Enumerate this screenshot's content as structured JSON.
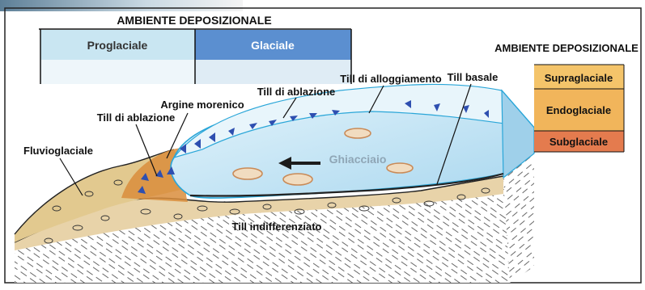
{
  "diagram": {
    "header_title": "AMBIENTE DEPOSIZIONALE",
    "header_cells": [
      {
        "label": "Proglaciale",
        "color": "#c9e6f2"
      },
      {
        "label": "Glaciale",
        "color": "#5b8fd0"
      }
    ],
    "legend": {
      "title": "AMBIENTE DEPOSIZIONALE",
      "items": [
        {
          "label": "Supraglaciale",
          "color": "#f4c46a"
        },
        {
          "label": "Endoglaciale",
          "color": "#f1b55b"
        },
        {
          "label": "Subglaciale",
          "color": "#e47b4e"
        }
      ]
    },
    "labels": {
      "till_ablazione_top": "Till di ablazione",
      "till_alloggiamento": "Till di alloggiamento",
      "till_basale": "Till basale",
      "argine_morenico": "Argine morenico",
      "till_ablazione_left": "Till di ablazione",
      "fluvioglaciale": "Fluvioglaciale",
      "ghiacciaio": "Ghiacciaio",
      "till_indifferenziato": "Till indifferenziato"
    },
    "colors": {
      "ice": "#cfe9f7",
      "ice_edge": "#2aa6d8",
      "till": "#e8d3a9",
      "bedrock": "#f4f4f4",
      "arrow": "#1c1c1c",
      "moraine": "#d98d3c",
      "triangles": "#2e4fb0"
    }
  }
}
